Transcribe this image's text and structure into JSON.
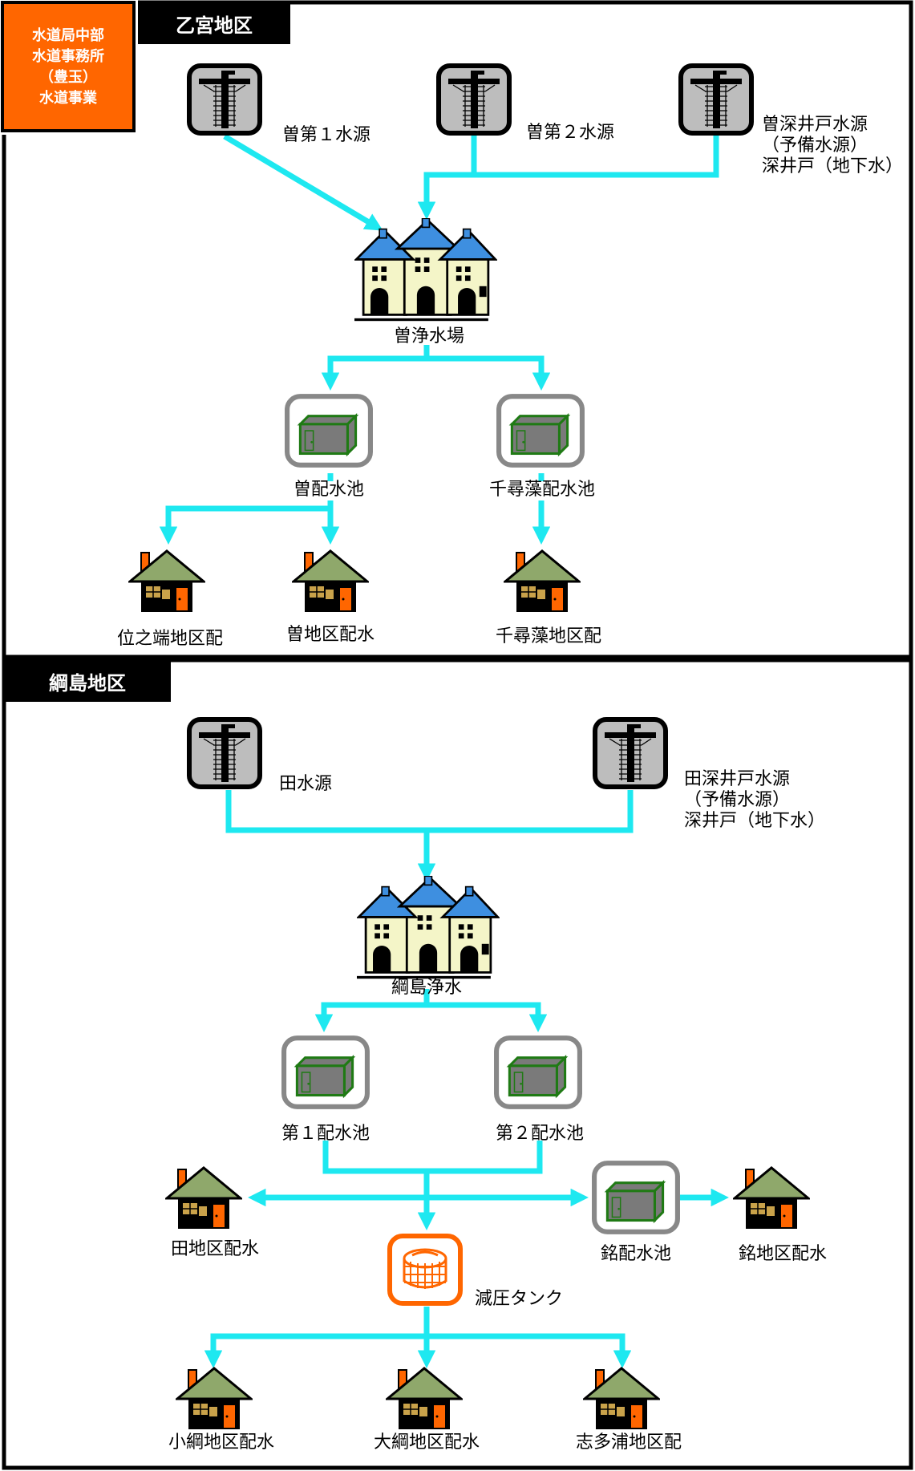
{
  "badge": {
    "line1": "水道局中部",
    "line2": "水道事務所",
    "line3": "（豊玉）",
    "line4": "水道事業",
    "color": "#ff6600"
  },
  "colors": {
    "pipe": "#1ee8f0",
    "house_roof": "#8fa86b",
    "house_door": "#ff6600",
    "plant_body": "#f4f5c8",
    "plant_roof": "#3e8fe0",
    "tank_frame": "#888888",
    "tank_body": "#2a8a1e",
    "well_bg": "#bdbdbd",
    "pressure_tank": "#ff6600"
  },
  "region1": {
    "title": "乙宮地区",
    "sources": {
      "s1": "曽第１水源",
      "s2": "曽第２水源",
      "s3_line1": "曽深井戸水源",
      "s3_line2": "（予備水源）",
      "s3_line3": "深井戸（地下水）"
    },
    "plant": "曽浄水場",
    "reservoirs": {
      "r1": "曽配水池",
      "r2": "千尋藻配水池"
    },
    "districts": {
      "d1": "位之端地区配",
      "d2": "曽地区配水",
      "d3": "千尋藻地区配"
    }
  },
  "region2": {
    "title": "綱島地区",
    "sources": {
      "s1": "田水源",
      "s2_line1": "田深井戸水源",
      "s2_line2": "（予備水源）",
      "s2_line3": "深井戸（地下水）"
    },
    "plant": "綱島浄水",
    "reservoirs": {
      "r1": "第１配水池",
      "r2": "第２配水池",
      "r3": "銘配水池"
    },
    "pressure_tank": "減圧タンク",
    "districts": {
      "d1": "田地区配水",
      "d2": "銘地区配水",
      "d3": "小綱地区配水",
      "d4": "大綱地区配水",
      "d5": "志多浦地区配"
    }
  }
}
